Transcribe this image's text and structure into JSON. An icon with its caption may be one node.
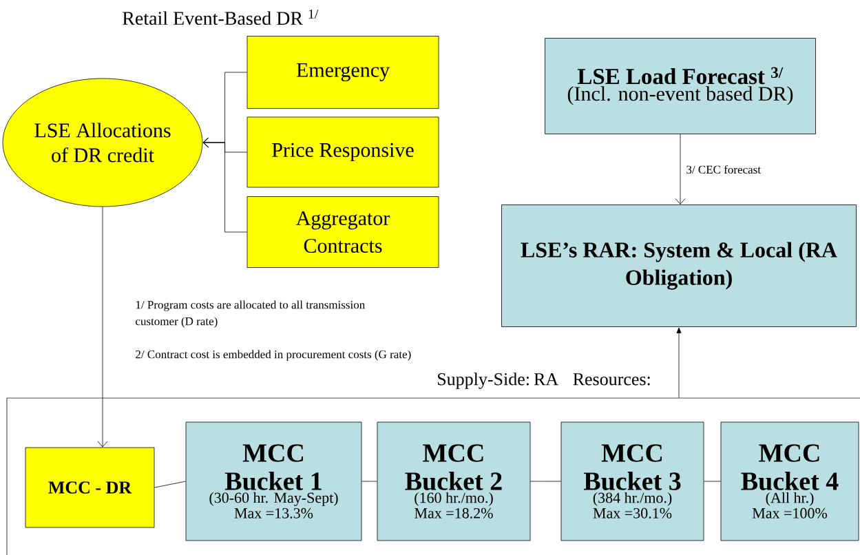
{
  "diagram": {
    "title": "Retail Event-Based DR $^{1/}$",
    "nodes": [
      {
        "text": [
          "LSE Allocations of DR credit"
        ]
      },
      {
        "text": [
          "Emergency"
        ]
      },
      {
        "text": [
          "Price Responsive"
        ]
      },
      {
        "text": [
          "Aggregator Contracts"
        ]
      },
      {
        "text": [
          "LSE Load Forecast $^{3/}$",
          "(Incl. non-event based DR)"
        ]
      },
      {
        "text": [
          "LSE’s RAR: System & Local (RA Obligation)"
        ]
      },
      {
        "text": [
          "Supply-Side: RA Resources:"
        ]
      },
      {
        "text": [
          "MCC - DR"
        ],
        "in": 6
      },
      {
        "text": [
          "MCC Bucket 1",
          "(30-60 hr. May-Sept)",
          "Max =13.3%"
        ],
        "in": 6
      },
      {
        "text": [
          "MCC Bucket 2",
          "(160 hr./mo.)",
          "Max =18.2%"
        ],
        "in": 6
      },
      {
        "text": [
          "MCC Bucket 3",
          "(384 hr./mo.)",
          "Max =30.1%"
        ],
        "in": 6
      },
      {
        "text": [
          "MCC Bucket 4",
          "(All hr.)",
          "Max =100%"
        ],
        "in": 6
      }
    ],
    "edges": [
      {
        "from": 1,
        "to": 0,
        "arrow": "to"
      },
      {
        "from": 2,
        "to": 0,
        "arrow": "to"
      },
      {
        "from": 3,
        "to": 0,
        "arrow": "to"
      },
      {
        "from": 0,
        "to": 7,
        "arrow": "to"
      },
      {
        "from": 4,
        "to": 5,
        "arrow": "to",
        "label": "3/ CEC forecast"
      },
      {
        "from": 6,
        "to": 5,
        "arrow": "to"
      },
      {
        "from": 7,
        "to": 8,
        "arrow": "none"
      },
      {
        "from": 8,
        "to": 9,
        "arrow": "none"
      },
      {
        "from": 9,
        "to": 10,
        "arrow": "none"
      },
      {
        "from": 10,
        "to": 11,
        "arrow": "none"
      }
    ],
    "labels": [
      "1/ Program costs are allocated to all transmission customer (D rate)",
      "2/ Contract cost is embedded in procurement costs (G rate)"
    ]
  }
}
